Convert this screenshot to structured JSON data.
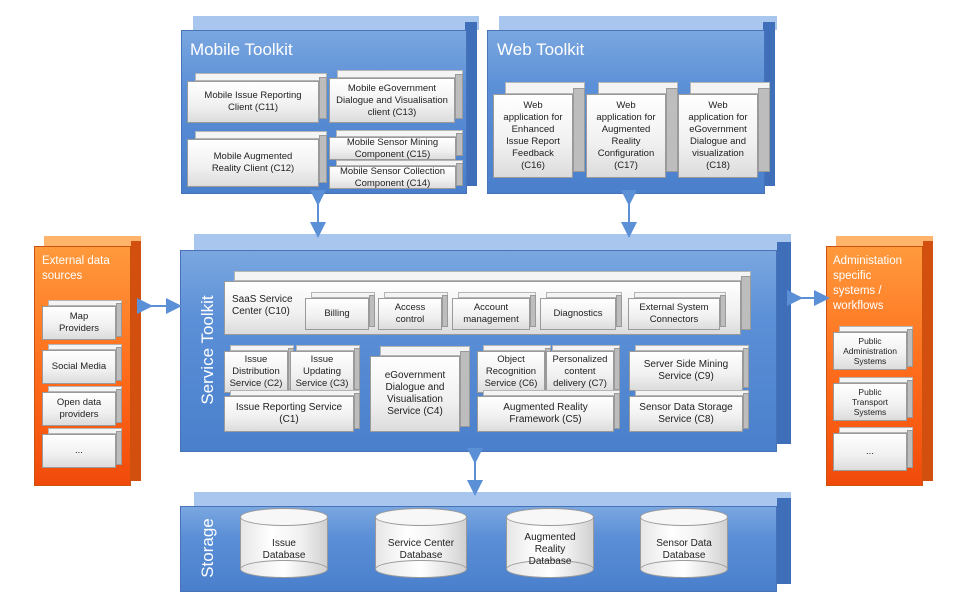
{
  "mobile_toolkit": {
    "title": "Mobile Toolkit",
    "c11": "Mobile Issue Reporting\nClient (C11)",
    "c13": "Mobile eGovernment\nDialogue and Visualisation\nclient (C13)",
    "c12": "Mobile Augmented\nReality Client (C12)",
    "c15": "Mobile Sensor Mining\nComponent (C15)",
    "c14": "Mobile Sensor Collection\nComponent (C14)"
  },
  "web_toolkit": {
    "title": "Web Toolkit",
    "c16": "Web\napplication for\nEnhanced\nIssue Report\nFeedback\n(C16)",
    "c17": "Web\napplication for\nAugmented\nReality\nConfiguration\n(C17)",
    "c18": "Web\napplication for\neGovernment\nDialogue and\nvisualization\n(C18)"
  },
  "service_toolkit": {
    "title": "Service Toolkit",
    "saas": "SaaS Service\nCenter (C10)",
    "billing": "Billing",
    "access": "Access\ncontrol",
    "account": "Account\nmanagement",
    "diagnostics": "Diagnostics",
    "external": "External System\nConnectors",
    "c2": "Issue\nDistribution\nService (C2)",
    "c3": "Issue\nUpdating\nService (C3)",
    "c1": "Issue Reporting Service\n(C1)",
    "c4": "eGovernment\nDialogue and\nVisualisation\nService (C4)",
    "c6": "Object\nRecognition\nService (C6)",
    "c7": "Personalized\ncontent\ndelivery (C7)",
    "c5": "Augmented Reality\nFramework (C5)",
    "c9": "Server Side Mining\nService (C9)",
    "c8": "Sensor Data Storage\nService (C8)"
  },
  "storage": {
    "title": "Storage",
    "db1": "Issue\nDatabase",
    "db2": "Service Center\nDatabase",
    "db3": "Augmented\nReality\nDatabase",
    "db4": "Sensor Data\nDatabase"
  },
  "external_sources": {
    "title": "External data\nsources",
    "items": [
      "Map\nProviders",
      "Social Media",
      "Open data\nproviders",
      "..."
    ]
  },
  "admin_systems": {
    "title": "Administation\nspecific\nsystems /\nworkflows",
    "items": [
      "Public\nAdministration\nSystems",
      "Public\nTransport\nSystems",
      "..."
    ]
  },
  "colors": {
    "panel_blue": "#5b8fd6",
    "panel_orange": "#ff6a1a",
    "arrow": "#5b8fd6"
  }
}
